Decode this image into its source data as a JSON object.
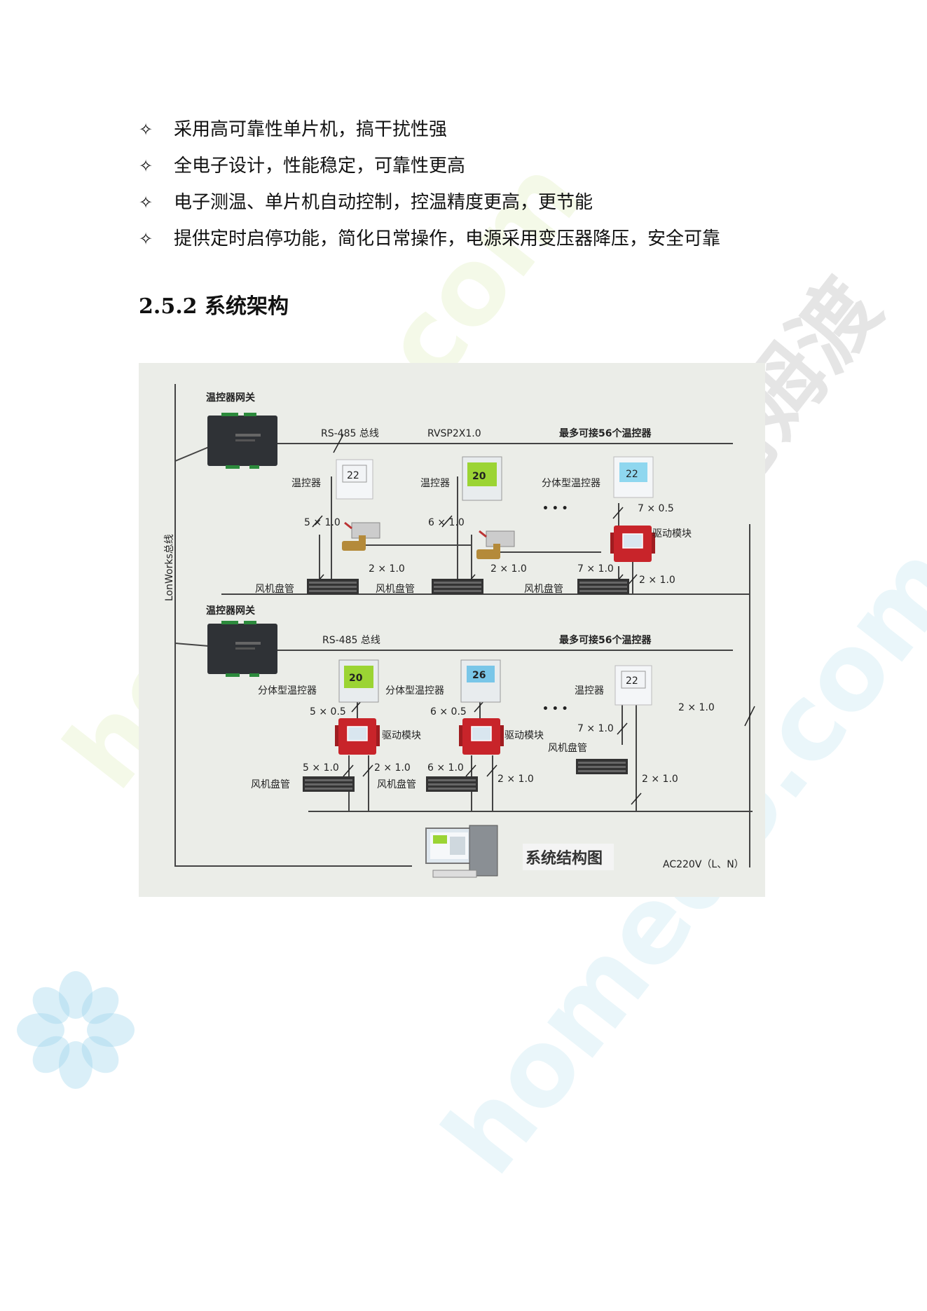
{
  "bullets": {
    "marker": "✧",
    "items": [
      "采用高可靠性单片机，搞干扰性强",
      "全电子设计，性能稳定，可靠性更高",
      "电子测温、单片机自动控制，控温精度更高，更节能",
      "提供定时启停功能，简化日常操作，电源采用变压器降压，安全可靠"
    ]
  },
  "heading": "2.5.2 系统架构",
  "watermarks": {
    "latin": "homedo.com",
    "cjk": "河姆渡"
  },
  "diagram": {
    "gateway_top": "温控器网关",
    "gateway_bottom": "温控器网关",
    "rs485_top": "RS-485 总线",
    "rs485_bottom": "RS-485 总线",
    "cable": "RVSP2X1.0",
    "max_top": "最多可接56个温控器",
    "max_bottom": "最多可接56个温控器",
    "lonworks": "LonWorks总线",
    "thermostat": "温控器",
    "split_thermostat": "分体型温控器",
    "drive_module": "驱动模块",
    "fan_coil": "风机盘管",
    "ellipsis": "• • •",
    "spec_5x10": "5 × 1.0",
    "spec_6x10": "6 × 1.0",
    "spec_2x10": "2 × 1.0",
    "spec_7x05": "7 × 0.5",
    "spec_7x10": "7 × 1.0",
    "spec_5x05": "5 × 0.5",
    "spec_6x05": "6 × 0.5",
    "title": "系统结构图",
    "power": "AC220V（L、N）",
    "lcd_22": "22",
    "lcd_20": "20",
    "lcd_26": "26"
  }
}
